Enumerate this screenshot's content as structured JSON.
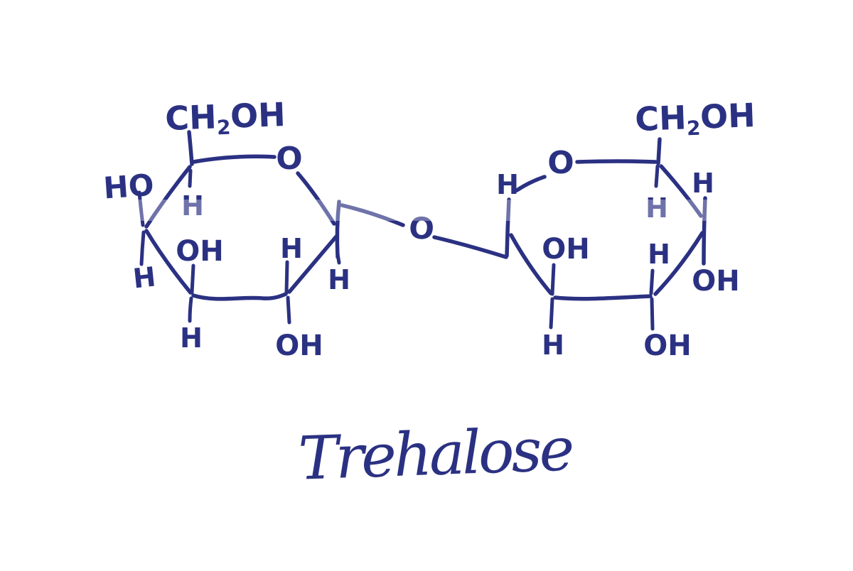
{
  "figure": {
    "title": "Trehalose"
  },
  "colors": {
    "ink": "#2b3182",
    "background": "#ffffff"
  },
  "molecule": {
    "name": "Trehalose",
    "bridge_oxygen": "O",
    "left_ring": {
      "ring_oxygen": "O",
      "ch2oh": {
        "pre": "CH",
        "sub": "2",
        "post": "OH"
      },
      "ho": "HO",
      "h": "H",
      "oh": "OH"
    },
    "right_ring": {
      "ring_oxygen": "O",
      "ch2oh": {
        "pre": "CH",
        "sub": "2",
        "post": "OH"
      },
      "h": "H",
      "oh": "OH"
    }
  }
}
